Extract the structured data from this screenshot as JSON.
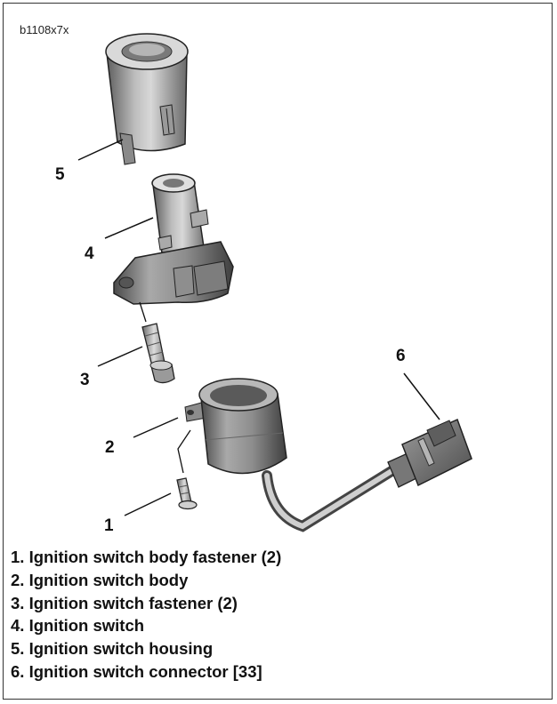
{
  "figure_id": "b1108x7x",
  "callouts": {
    "c1": "1",
    "c2": "2",
    "c3": "3",
    "c4": "4",
    "c5": "5",
    "c6": "6"
  },
  "legend": [
    "1. Ignition switch body fastener (2)",
    "2. Ignition switch body",
    "3. Ignition switch fastener (2)",
    "4. Ignition switch",
    "5. Ignition switch housing",
    "6. Ignition switch connector [33]"
  ]
}
